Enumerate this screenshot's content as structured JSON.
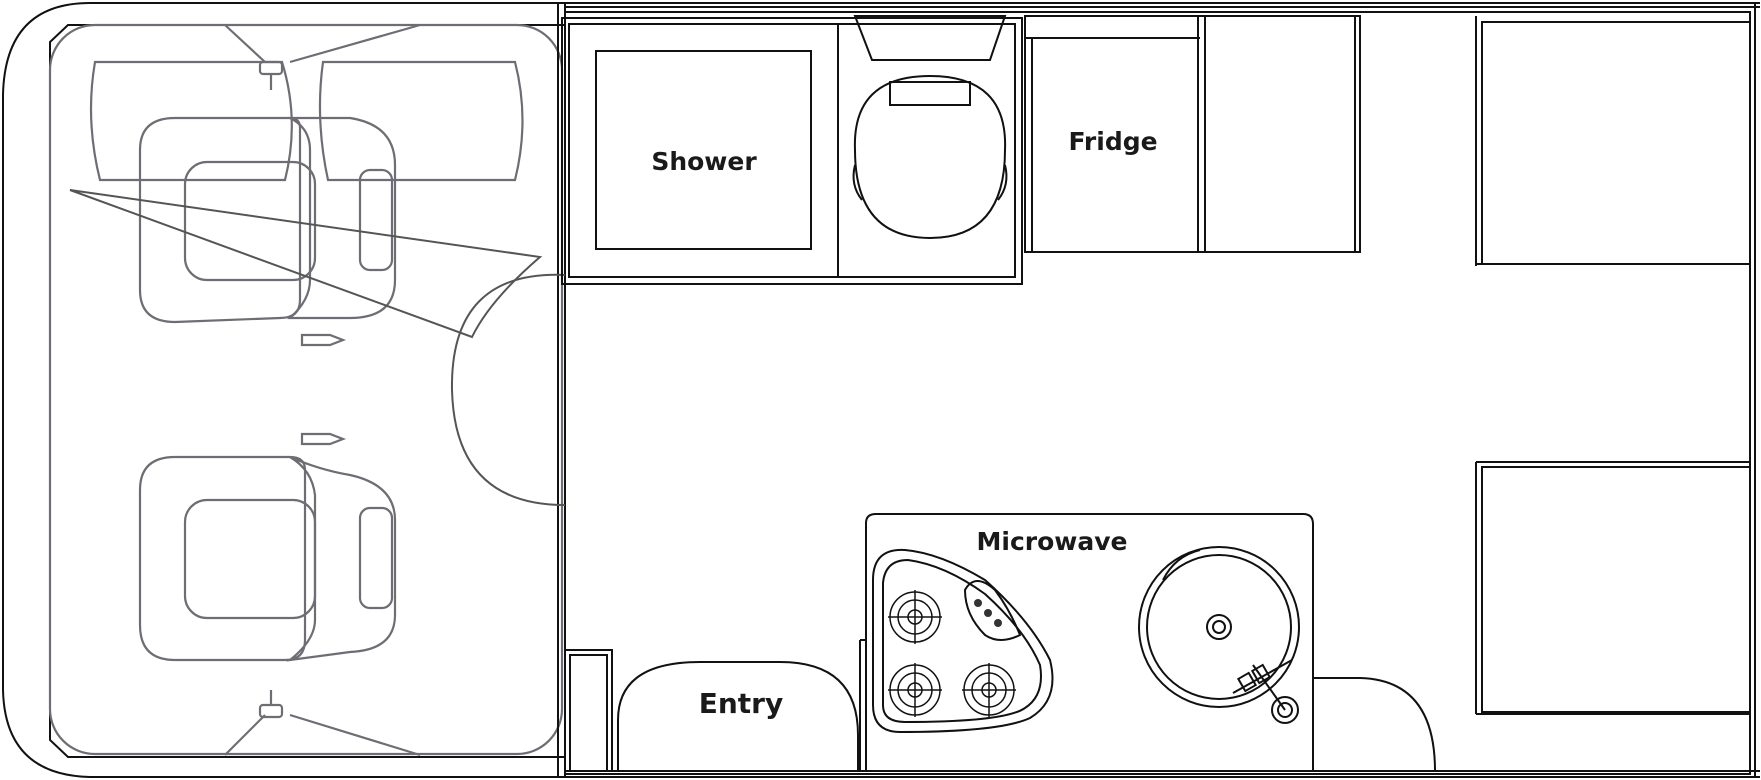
{
  "labels": {
    "shower": "Shower",
    "fridge": "Fridge",
    "microwave": "Microwave",
    "entry": "Entry"
  },
  "colors": {
    "floor": "#f0ebe8",
    "cab": "#dedbe5",
    "cabinet": "#d8d2c7",
    "bed": "#cfcbe7",
    "seat": "#f7f4f2",
    "fixture": "#ffffff",
    "outline": "#111111",
    "seat_outline": "#6f6c74"
  },
  "icons": {
    "burners": "gas-burner-icon",
    "sink": "round-sink-icon",
    "toilet": "toilet-icon",
    "tap": "tap-icon"
  }
}
